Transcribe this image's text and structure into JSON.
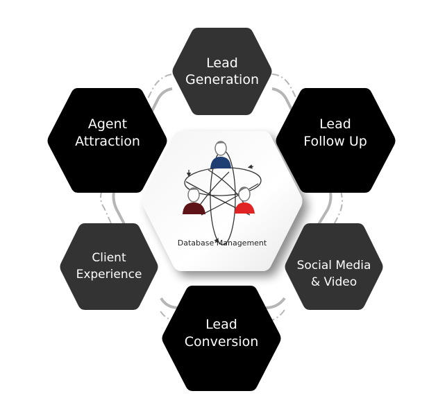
{
  "diagram": {
    "type": "hexagon-cycle",
    "center": {
      "label": "Database Management",
      "icon": "people-network-icon",
      "people_colors": [
        "#1f3f73",
        "#5e1416",
        "#e02424"
      ]
    },
    "nodes": [
      {
        "id": "lead-generation",
        "lines": [
          "Lead",
          "Generation"
        ],
        "color": "#333333"
      },
      {
        "id": "lead-follow-up",
        "lines": [
          "Lead",
          "Follow Up"
        ],
        "color": "#000000"
      },
      {
        "id": "social-media-video",
        "lines": [
          "Social Media",
          "& Video"
        ],
        "color": "#333333"
      },
      {
        "id": "lead-conversion",
        "lines": [
          "Lead",
          "Conversion"
        ],
        "color": "#000000"
      },
      {
        "id": "client-experience",
        "lines": [
          "Client",
          "Experience"
        ],
        "color": "#333333"
      },
      {
        "id": "agent-attraction",
        "lines": [
          "Agent",
          "Attraction"
        ],
        "color": "#000000"
      }
    ],
    "ring_colors": {
      "solid": "#b5b5b5",
      "dashed": "#b5b5b5"
    }
  }
}
